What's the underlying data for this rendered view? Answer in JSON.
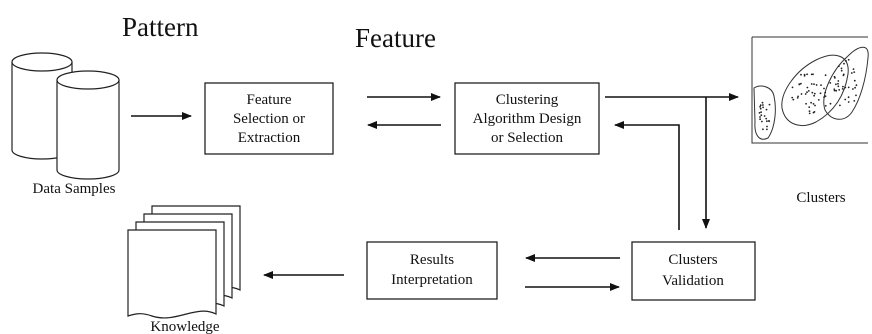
{
  "headings": {
    "pattern": "Pattern",
    "feature": "Feature"
  },
  "nodes": {
    "data_samples": {
      "label": "Data Samples"
    },
    "feature_selection": {
      "lines": [
        "Feature",
        "Selection or",
        "Extraction"
      ]
    },
    "clustering_algorithm": {
      "lines": [
        "Clustering",
        "Algorithm Design",
        "or Selection"
      ]
    },
    "clusters": {
      "label": "Clusters"
    },
    "clusters_validation": {
      "lines": [
        "Clusters",
        "Validation"
      ]
    },
    "results_interpretation": {
      "lines": [
        "Results",
        "Interpretation"
      ]
    },
    "knowledge": {
      "label": "Knowledge"
    }
  }
}
